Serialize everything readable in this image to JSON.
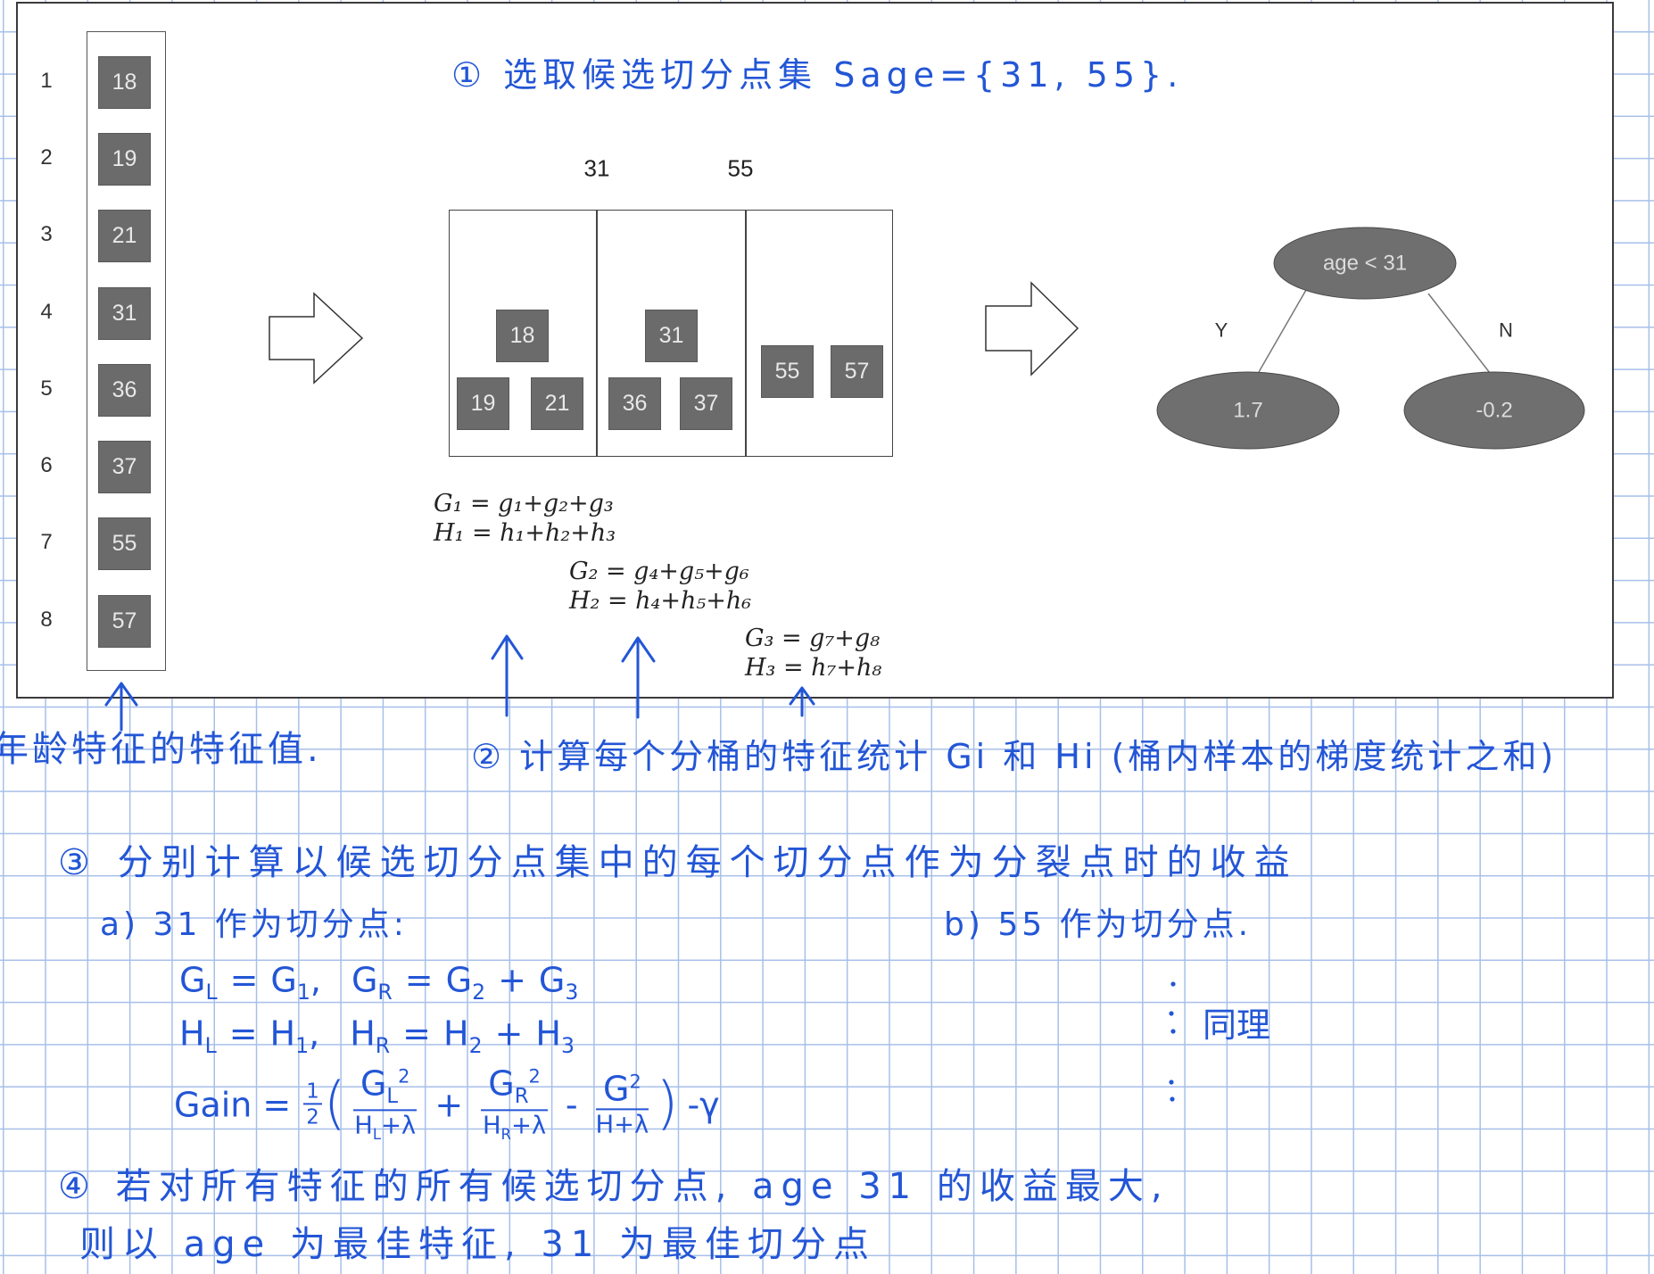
{
  "colors": {
    "grid_line": "#a7bfe9",
    "ink_blue": "#2356d6",
    "box_gray": "#6b6b6b",
    "box_text": "#e8e8e8",
    "frame_border": "#3a3a3a"
  },
  "icons": {
    "transition_arrow": "hollow-right-arrow-icon",
    "pointer_arrow": "up-arrow-icon"
  },
  "feature_column": {
    "row_numbers": [
      "1",
      "2",
      "3",
      "4",
      "5",
      "6",
      "7",
      "8"
    ],
    "values": [
      "18",
      "19",
      "21",
      "31",
      "36",
      "37",
      "55",
      "57"
    ]
  },
  "split_points": [
    "31",
    "55"
  ],
  "buckets": [
    {
      "values": [
        "18",
        "19",
        "21"
      ]
    },
    {
      "values": [
        "31",
        "36",
        "37"
      ]
    },
    {
      "values": [
        "55",
        "57"
      ]
    }
  ],
  "bucket_stats": [
    {
      "g": "G₁ = g₁+g₂+g₃",
      "h": "H₁ = h₁+h₂+h₃"
    },
    {
      "g": "G₂ = g₄+g₅+g₆",
      "h": "H₂ = h₄+h₅+h₆"
    },
    {
      "g": "G₃ = g₇+g₈",
      "h": "H₃ = h₇+h₈"
    }
  ],
  "tree": {
    "root": "age < 31",
    "yes": "Y",
    "no": "N",
    "left_leaf": "1.7",
    "right_leaf": "-0.2"
  },
  "notes": {
    "step1": "① 选取候选切分点集 Sage={31, 55}.",
    "feature_values": "年龄特征的特征值.",
    "step2": "② 计算每个分桶的特征统计 Gi 和 Hi (桶内样本的梯度统计之和)",
    "step3": "③ 分别计算以候选切分点集中的每个切分点作为分裂点时的收益",
    "case_a": "a) 31 作为切分点:",
    "case_b": "b) 55 作为切分点.",
    "case_b_result": "同理",
    "step4_line1": "④ 若对所有特征的所有候选切分点, age 31 的收益最大,",
    "step4_line2": "则以 age 为最佳特征, 31 为最佳切分点"
  },
  "split_a": {
    "g_line": {
      "a": "G",
      "a_sub": "L",
      "eq1": "=",
      "b": "G",
      "b_sub": "1",
      "sep": ",",
      "c": "G",
      "c_sub": "R",
      "eq2": "=",
      "d": "G",
      "d_sub": "2",
      "plus": "+",
      "e": "G",
      "e_sub": "3"
    },
    "h_line": {
      "a": "H",
      "a_sub": "L",
      "eq1": "=",
      "b": "H",
      "b_sub": "1",
      "sep": ",",
      "c": "H",
      "c_sub": "R",
      "eq2": "=",
      "d": "H",
      "d_sub": "2",
      "plus": "+",
      "e": "H",
      "e_sub": "3"
    },
    "gain": {
      "lhs": "Gain",
      "eq": "=",
      "half_num": "1",
      "half_den": "2",
      "open": "(",
      "term_l": {
        "num": "G",
        "num_sub": "L",
        "num_sup": "2",
        "den": "H",
        "den_sub": "L",
        "den_tail": "+λ"
      },
      "op1": "+",
      "term_r": {
        "num": "G",
        "num_sub": "R",
        "num_sup": "2",
        "den": "H",
        "den_sub": "R",
        "den_tail": "+λ"
      },
      "op2": "-",
      "term_parent": {
        "num": "G",
        "num_sup": "2",
        "den": "H+λ"
      },
      "close": ")",
      "tail": "-γ"
    }
  }
}
